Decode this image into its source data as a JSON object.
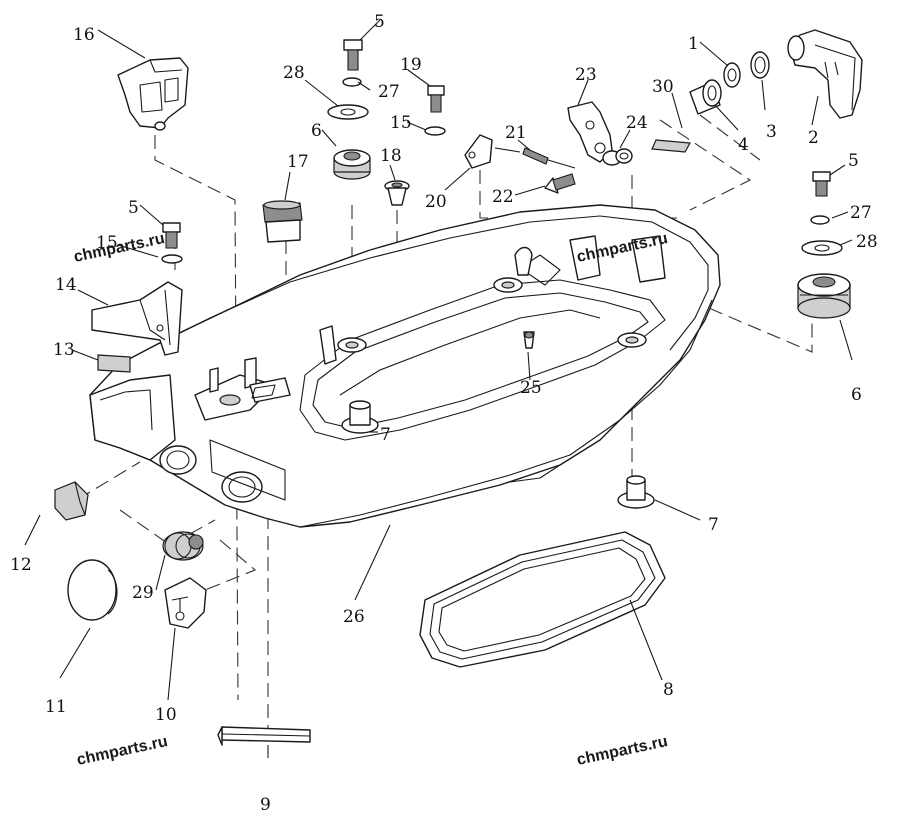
{
  "colors": {
    "outline": "#1a1a1a",
    "part_shade": "#cfcfcf",
    "thread": "#8d8d8d",
    "background": "#ffffff"
  },
  "watermark": "chmparts.ru",
  "callouts": [
    {
      "id": "c1",
      "label": "1"
    },
    {
      "id": "c2",
      "label": "2"
    },
    {
      "id": "c3",
      "label": "3"
    },
    {
      "id": "c4",
      "label": "4"
    },
    {
      "id": "c5a",
      "label": "5"
    },
    {
      "id": "c5b",
      "label": "5"
    },
    {
      "id": "c5c",
      "label": "5"
    },
    {
      "id": "c6a",
      "label": "6"
    },
    {
      "id": "c6b",
      "label": "6"
    },
    {
      "id": "c7a",
      "label": "7"
    },
    {
      "id": "c7b",
      "label": "7"
    },
    {
      "id": "c8",
      "label": "8"
    },
    {
      "id": "c9",
      "label": "9"
    },
    {
      "id": "c10",
      "label": "10"
    },
    {
      "id": "c11",
      "label": "11"
    },
    {
      "id": "c12",
      "label": "12"
    },
    {
      "id": "c13",
      "label": "13"
    },
    {
      "id": "c14",
      "label": "14"
    },
    {
      "id": "c15a",
      "label": "15"
    },
    {
      "id": "c15b",
      "label": "15"
    },
    {
      "id": "c16",
      "label": "16"
    },
    {
      "id": "c17",
      "label": "17"
    },
    {
      "id": "c18",
      "label": "18"
    },
    {
      "id": "c19",
      "label": "19"
    },
    {
      "id": "c20",
      "label": "20"
    },
    {
      "id": "c21",
      "label": "21"
    },
    {
      "id": "c22",
      "label": "22"
    },
    {
      "id": "c23",
      "label": "23"
    },
    {
      "id": "c24",
      "label": "24"
    },
    {
      "id": "c25",
      "label": "25"
    },
    {
      "id": "c26",
      "label": "26"
    },
    {
      "id": "c27a",
      "label": "27"
    },
    {
      "id": "c27b",
      "label": "27"
    },
    {
      "id": "c28a",
      "label": "28"
    },
    {
      "id": "c28b",
      "label": "28"
    },
    {
      "id": "c29",
      "label": "29"
    },
    {
      "id": "c30",
      "label": "30"
    }
  ]
}
